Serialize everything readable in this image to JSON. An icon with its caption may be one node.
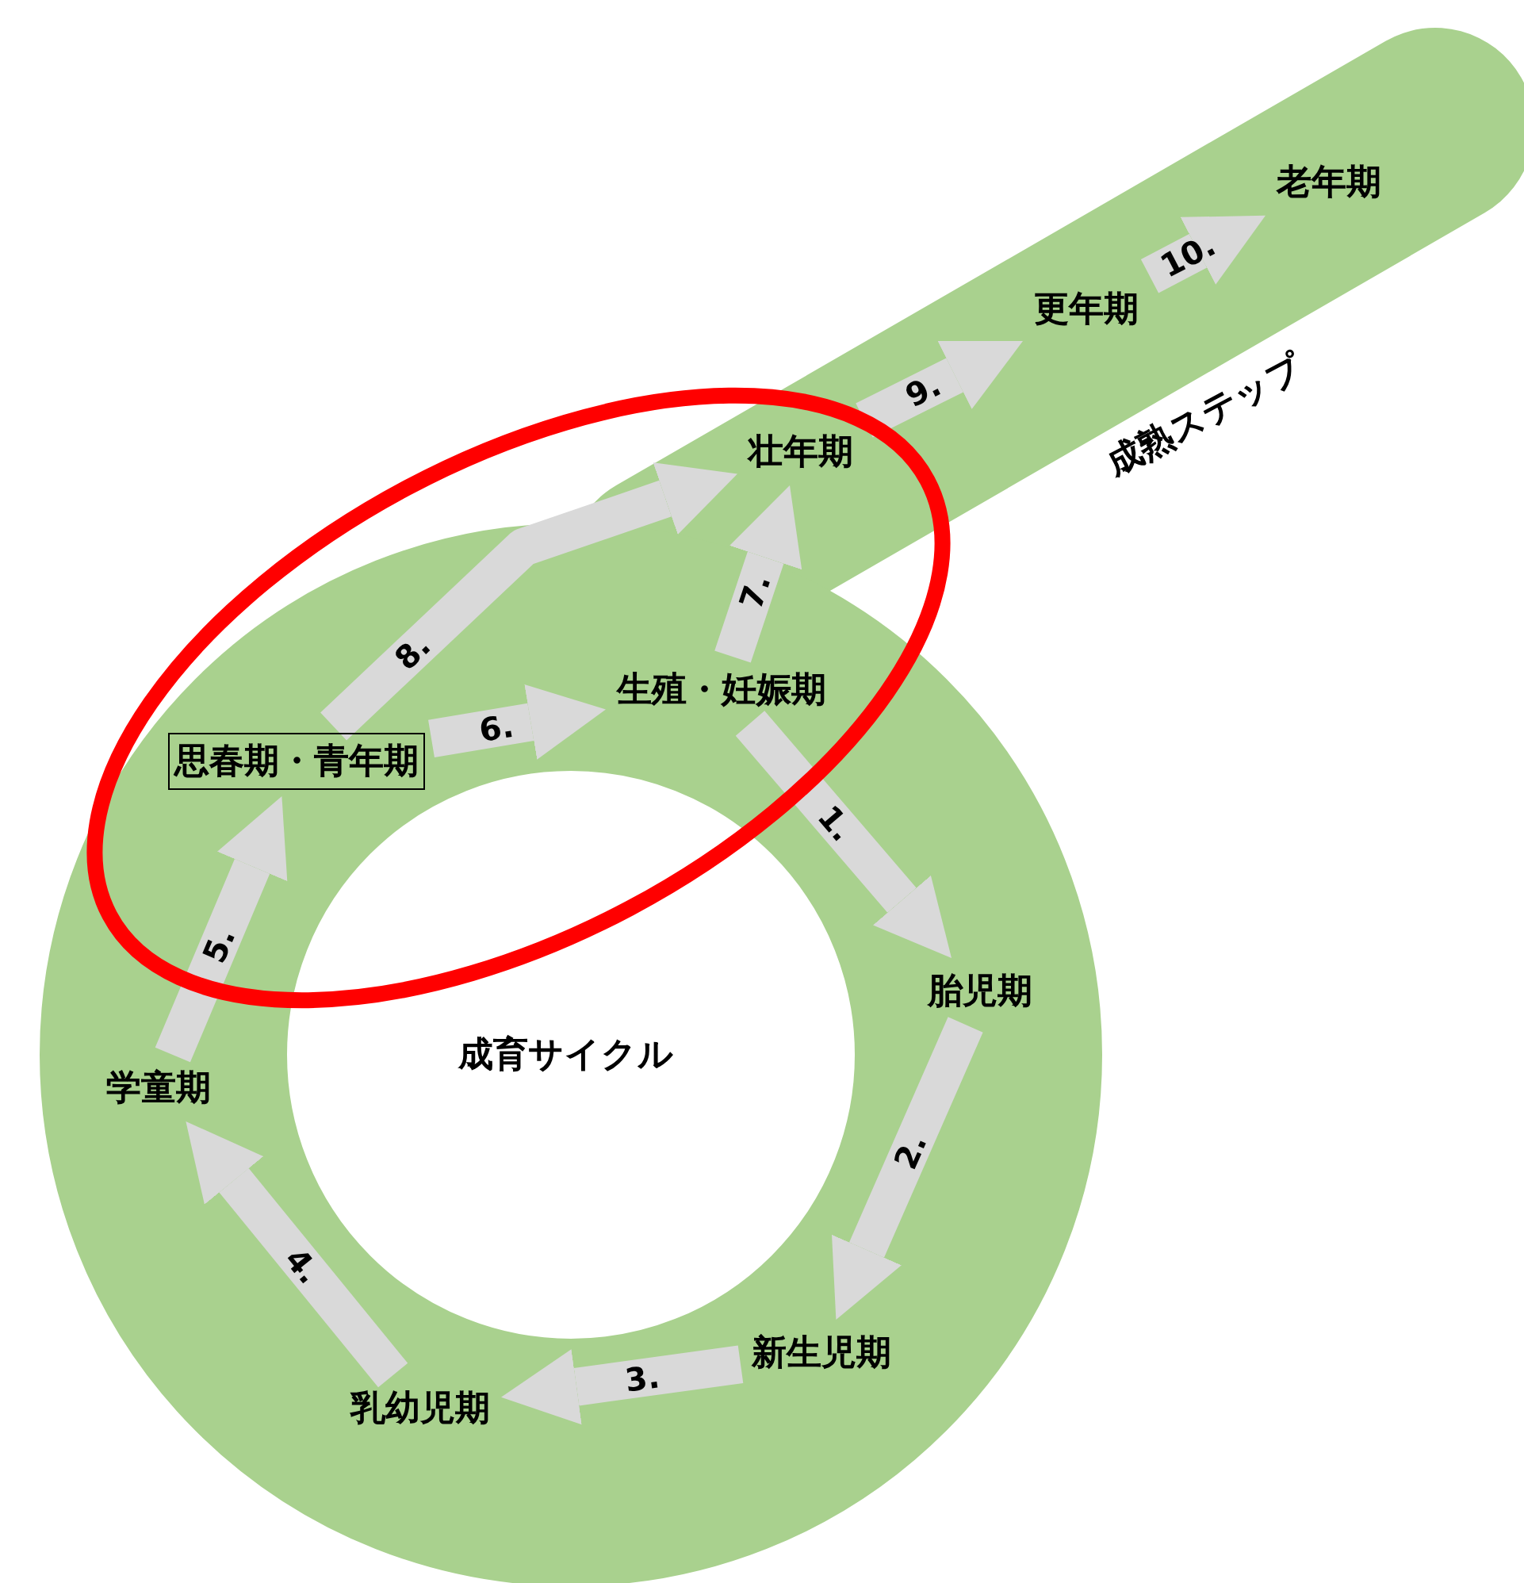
{
  "diagram": {
    "nodes": [
      {
        "text": [
          "生殖・妊娠期"
        ]
      },
      {
        "text": [
          "胎児期"
        ]
      },
      {
        "text": [
          "新生児期"
        ]
      },
      {
        "text": [
          "乳幼児期"
        ]
      },
      {
        "text": [
          "学童期"
        ]
      },
      {
        "text": [
          "思春期・青年期"
        ]
      },
      {
        "text": [
          "壮年期"
        ]
      },
      {
        "text": [
          "更年期"
        ]
      },
      {
        "text": [
          "老年期"
        ]
      }
    ],
    "edges": [
      {
        "from": 0,
        "to": 1,
        "arrow": "to",
        "label": "1."
      },
      {
        "from": 1,
        "to": 2,
        "arrow": "to",
        "label": "2."
      },
      {
        "from": 2,
        "to": 3,
        "arrow": "to",
        "label": "3."
      },
      {
        "from": 3,
        "to": 4,
        "arrow": "to",
        "label": "4."
      },
      {
        "from": 4,
        "to": 5,
        "arrow": "to",
        "label": "5."
      },
      {
        "from": 5,
        "to": 0,
        "arrow": "to",
        "label": "6."
      },
      {
        "from": 0,
        "to": 6,
        "arrow": "to",
        "label": "7."
      },
      {
        "from": 5,
        "to": 6,
        "arrow": "to",
        "label": "8."
      },
      {
        "from": 6,
        "to": 7,
        "arrow": "to",
        "label": "9."
      },
      {
        "from": 7,
        "to": 8,
        "arrow": "to",
        "label": "10."
      }
    ],
    "labels": [
      "成熟ステップ",
      "成育サイクル"
    ]
  }
}
